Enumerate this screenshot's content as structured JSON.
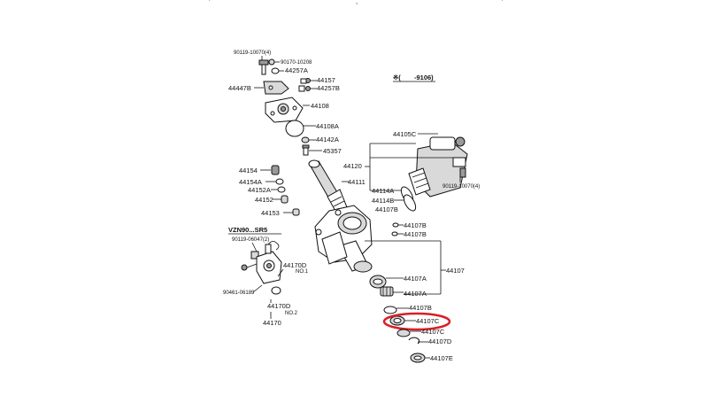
{
  "header_marks": [
    "'",
    ",",
    "'"
  ],
  "diagram_title": {
    "prefix": "※(",
    "range": "-9106)"
  },
  "highlight": {
    "color": "#d81f26"
  },
  "labels": {
    "p90119_10070_top": "90119-10070(4)",
    "p90170_10208": "90170-10208",
    "p44257A": "44257A",
    "p44447B": "44447B",
    "p44157": "44157",
    "p44257B": "44257B",
    "p44108": "44108",
    "p44108A": "44108A",
    "p44142A": "44142A",
    "p45357": "45357",
    "p44154": "44154",
    "p44154A": "44154A",
    "p44152A": "44152A",
    "p44152": "44152",
    "p44111": "44111",
    "p44153": "44153",
    "p44105C": "44105C",
    "p44120": "44120",
    "p90119_10070_right": "90119-10070(4)",
    "p44114A": "44114A",
    "p44114B": "44114B",
    "p44107B_a": "44107B",
    "p44107B_b": "44107B",
    "p44107B_c": "44107B",
    "p44107": "44107",
    "p44107A_a": "44107A",
    "p44107A_b": "44107A",
    "p44107B_d": "44107B",
    "p44107C_a": "44107C",
    "p44107C_b": "44107C",
    "p44107D": "44107D",
    "p44107E": "44107E",
    "vzn_group": "VZN90...SR5",
    "p90119_06047": "90119-06047(2)",
    "p44170D_a": "44170D",
    "no1": "NO.1",
    "p90461_06189": "90461-06189",
    "p44170D_b": "44170D",
    "no2": "NO.2",
    "p44170": "44170"
  }
}
